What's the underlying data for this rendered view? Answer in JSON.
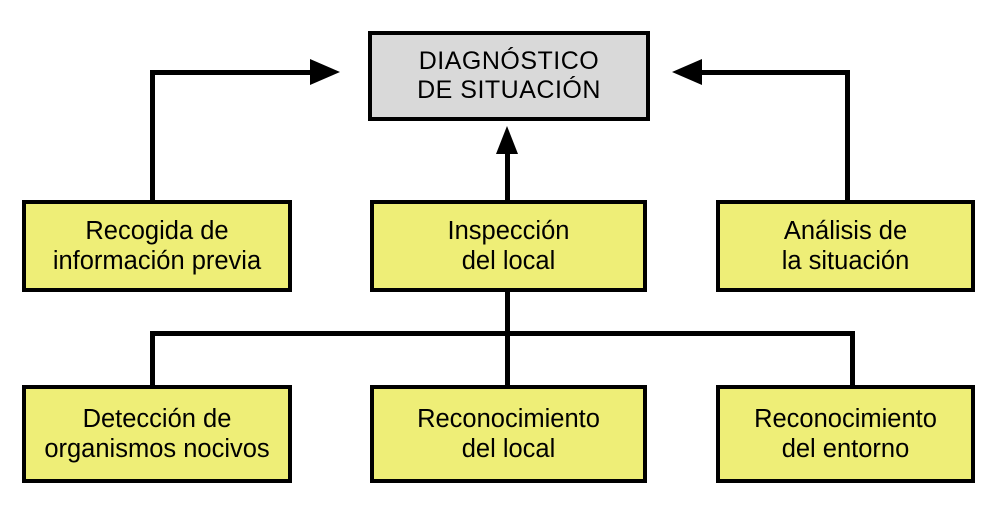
{
  "diagram": {
    "title_node": {
      "id": "diagnostico-de-situacion",
      "line1": "DIAGNÓSTICO",
      "line2": "DE SITUACIÓN",
      "fill": "#d9d9d9",
      "border": "#000000"
    },
    "level2": [
      {
        "id": "recogida-de-informacion-previa",
        "line1": "Recogida de",
        "line2": "información previa",
        "fill": "#eeee77"
      },
      {
        "id": "inspeccion-del-local",
        "line1": "Inspección",
        "line2": "del local",
        "fill": "#eeee77"
      },
      {
        "id": "analisis-de-la-situacion",
        "line1": "Análisis de",
        "line2": "la situación",
        "fill": "#eeee77"
      }
    ],
    "level3": [
      {
        "id": "deteccion-de-organismos-nocivos",
        "line1": "Detección de",
        "line2": "organismos nocivos",
        "fill": "#eeee77"
      },
      {
        "id": "reconocimiento-del-local",
        "line1": "Reconocimiento",
        "line2": "del local",
        "fill": "#eeee77"
      },
      {
        "id": "reconocimiento-del-entorno",
        "line1": "Reconocimiento",
        "line2": "del entorno",
        "fill": "#eeee77"
      }
    ],
    "connectors": [
      {
        "id": "recogida-to-diagnostico",
        "kind": "elbow-arrow",
        "arrow": "right"
      },
      {
        "id": "inspeccion-to-diagnostico",
        "kind": "straight-arrow",
        "arrow": "up"
      },
      {
        "id": "analisis-to-diagnostico",
        "kind": "elbow-arrow",
        "arrow": "left"
      },
      {
        "id": "inspeccion-to-level3-bus",
        "kind": "bus",
        "arrow": "none"
      }
    ]
  }
}
